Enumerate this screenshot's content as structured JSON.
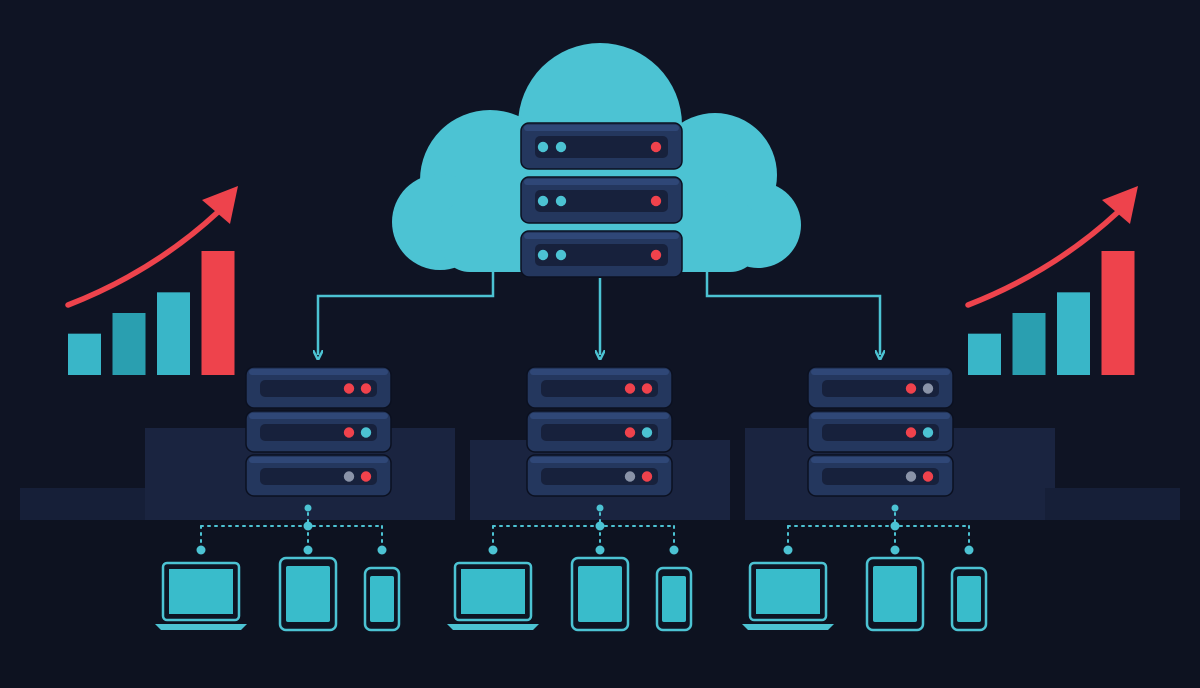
{
  "colors": {
    "background": "#0f1424",
    "cloud": "#4cc3d3",
    "server_body": "#24375e",
    "server_top": "#2f4777",
    "server_slot": "#17213c",
    "led_red": "#f0424c",
    "led_teal": "#4cc3d3",
    "led_gray": "#8a93a8",
    "connector": "#4cc3d3",
    "bar": "#39b6c8",
    "bar_dark": "#2a9fb0",
    "bar_red": "#ee434c",
    "trend_arrow": "#ee434c",
    "device_screen": "#39bccb",
    "platform": "#1a2440"
  },
  "icons": [
    "cloud-icon",
    "server-rack-icon",
    "bar-chart-growth-icon",
    "trend-arrow-icon",
    "laptop-icon",
    "tablet-icon",
    "phone-icon"
  ],
  "cloud_rack": {
    "leds": [
      [
        "teal",
        "teal",
        "red"
      ],
      [
        "teal",
        "teal",
        "red"
      ],
      [
        "teal",
        "teal",
        "red"
      ]
    ]
  },
  "edge_racks": [
    {
      "leds": [
        [
          "red",
          "red"
        ],
        [
          "red",
          "teal"
        ],
        [
          "gray",
          "red"
        ]
      ]
    },
    {
      "leds": [
        [
          "red",
          "red"
        ],
        [
          "red",
          "teal"
        ],
        [
          "gray",
          "red"
        ]
      ]
    },
    {
      "leds": [
        [
          "red",
          "gray"
        ],
        [
          "red",
          "teal"
        ],
        [
          "gray",
          "red"
        ]
      ]
    }
  ],
  "growth_charts": [
    {
      "values": [
        2,
        3,
        4,
        6
      ]
    },
    {
      "values": [
        2,
        3,
        4,
        6
      ]
    }
  ],
  "device_groups": [
    {
      "devices": [
        "laptop",
        "tablet",
        "phone"
      ]
    },
    {
      "devices": [
        "laptop",
        "tablet",
        "phone"
      ]
    },
    {
      "devices": [
        "laptop",
        "tablet",
        "phone"
      ]
    }
  ]
}
